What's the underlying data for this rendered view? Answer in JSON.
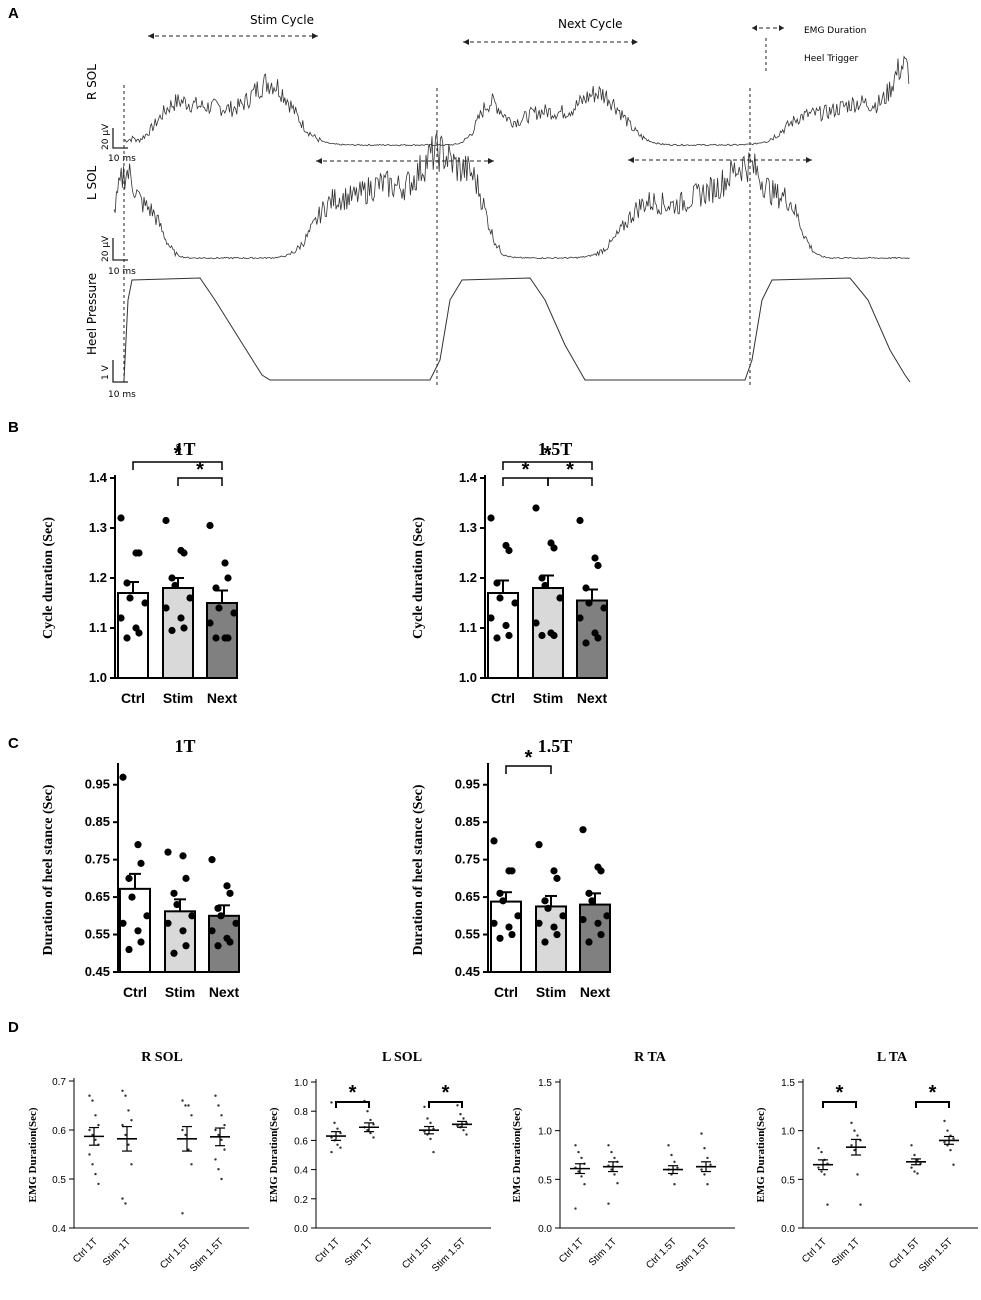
{
  "panels": {
    "A": "A",
    "B": "B",
    "C": "C",
    "D": "D"
  },
  "panelA": {
    "annotations": {
      "stim_cycle": "Stim Cycle",
      "next_cycle": "Next Cycle"
    },
    "legend": {
      "emg_duration": "EMG Duration",
      "heel_trigger": "Heel Trigger"
    },
    "traces": [
      {
        "label": "R SOL",
        "scale_amp": "20 µV",
        "scale_time": "10 ms"
      },
      {
        "label": "L SOL",
        "scale_amp": "20 µV",
        "scale_time": "10 ms"
      },
      {
        "label": "Heel Pressure",
        "scale_amp": "1 V",
        "scale_time": "10 ms"
      }
    ],
    "colors": {
      "trace": "#333333",
      "dashed": "#222222"
    }
  },
  "chart_data": [
    {
      "id": "B1",
      "type": "bar",
      "title": "1T",
      "ylabel": "Cycle duration (Sec)",
      "categories": [
        "Ctrl",
        "Stim",
        "Next"
      ],
      "values": [
        1.17,
        1.18,
        1.15
      ],
      "errors": [
        0.022,
        0.02,
        0.025
      ],
      "ylim": [
        1.0,
        1.4
      ],
      "yticks": [
        "1.0",
        "1.1",
        "1.2",
        "1.3",
        "1.4"
      ],
      "bar_colors": [
        "#ffffff",
        "#d9d9d9",
        "#808080"
      ],
      "points": [
        [
          1.32,
          1.25,
          1.25,
          1.19,
          1.16,
          1.15,
          1.12,
          1.1,
          1.09,
          1.08
        ],
        [
          1.315,
          1.255,
          1.25,
          1.2,
          1.185,
          1.16,
          1.14,
          1.12,
          1.1,
          1.095
        ],
        [
          1.305,
          1.23,
          1.2,
          1.18,
          1.14,
          1.13,
          1.11,
          1.08,
          1.08,
          1.08
        ]
      ],
      "significance": [
        {
          "from": 0,
          "to": 2,
          "label": "*"
        },
        {
          "from": 1,
          "to": 2,
          "label": "*"
        }
      ]
    },
    {
      "id": "B2",
      "type": "bar",
      "title": "1.5T",
      "ylabel": "Cycle duration (Sec)",
      "categories": [
        "Ctrl",
        "Stim",
        "Next"
      ],
      "values": [
        1.17,
        1.18,
        1.155
      ],
      "errors": [
        0.025,
        0.025,
        0.022
      ],
      "ylim": [
        1.0,
        1.4
      ],
      "yticks": [
        "1.0",
        "1.1",
        "1.2",
        "1.3",
        "1.4"
      ],
      "bar_colors": [
        "#ffffff",
        "#d9d9d9",
        "#808080"
      ],
      "points": [
        [
          1.32,
          1.265,
          1.255,
          1.19,
          1.16,
          1.15,
          1.12,
          1.105,
          1.085,
          1.08
        ],
        [
          1.34,
          1.27,
          1.26,
          1.2,
          1.185,
          1.16,
          1.11,
          1.09,
          1.085,
          1.085
        ],
        [
          1.315,
          1.24,
          1.225,
          1.18,
          1.15,
          1.14,
          1.12,
          1.09,
          1.08,
          1.07
        ]
      ],
      "significance": [
        {
          "from": 0,
          "to": 2,
          "label": "*"
        },
        {
          "from": 0,
          "to": 1,
          "label": "*"
        },
        {
          "from": 1,
          "to": 2,
          "label": "*"
        }
      ]
    },
    {
      "id": "C1",
      "type": "bar",
      "title": "1T",
      "ylabel": "Duration of heel stance (Sec)",
      "categories": [
        "Ctrl",
        "Stim",
        "Next"
      ],
      "values": [
        0.672,
        0.612,
        0.6
      ],
      "errors": [
        0.04,
        0.032,
        0.028
      ],
      "ylim": [
        0.45,
        1.0
      ],
      "yticks": [
        "0.45",
        "0.55",
        "0.65",
        "0.75",
        "0.85",
        "0.95"
      ],
      "bar_colors": [
        "#ffffff",
        "#d9d9d9",
        "#808080"
      ],
      "points": [
        [
          0.97,
          0.79,
          0.74,
          0.7,
          0.65,
          0.6,
          0.58,
          0.56,
          0.53,
          0.51
        ],
        [
          0.77,
          0.76,
          0.7,
          0.66,
          0.63,
          0.6,
          0.58,
          0.56,
          0.52,
          0.5
        ],
        [
          0.75,
          0.68,
          0.66,
          0.62,
          0.6,
          0.58,
          0.56,
          0.54,
          0.53,
          0.52
        ]
      ],
      "significance": []
    },
    {
      "id": "C2",
      "type": "bar",
      "title": "1.5T",
      "ylabel": "Duration of heel stance (Sec)",
      "categories": [
        "Ctrl",
        "Stim",
        "Next"
      ],
      "values": [
        0.638,
        0.625,
        0.63
      ],
      "errors": [
        0.025,
        0.028,
        0.03
      ],
      "ylim": [
        0.45,
        1.0
      ],
      "yticks": [
        "0.45",
        "0.55",
        "0.65",
        "0.75",
        "0.85",
        "0.95"
      ],
      "bar_colors": [
        "#ffffff",
        "#d9d9d9",
        "#808080"
      ],
      "points": [
        [
          0.8,
          0.72,
          0.72,
          0.66,
          0.64,
          0.6,
          0.58,
          0.57,
          0.55,
          0.54
        ],
        [
          0.79,
          0.72,
          0.7,
          0.64,
          0.62,
          0.6,
          0.58,
          0.57,
          0.55,
          0.53
        ],
        [
          0.83,
          0.73,
          0.72,
          0.66,
          0.64,
          0.6,
          0.59,
          0.58,
          0.55,
          0.53
        ]
      ],
      "significance": [
        {
          "from": 0,
          "to": 1,
          "label": "*"
        }
      ]
    },
    {
      "id": "D1",
      "type": "scatter",
      "title": "R SOL",
      "ylabel": "EMG Duration(Sec)",
      "categories": [
        "Ctrl 1T",
        "Stim 1T",
        "Ctrl 1.5T",
        "Stim 1.5T"
      ],
      "groups": [
        [
          0,
          1
        ],
        [
          2,
          3
        ]
      ],
      "means": [
        0.587,
        0.582,
        0.582,
        0.586
      ],
      "sems": [
        0.018,
        0.025,
        0.025,
        0.018
      ],
      "ylim": [
        0.4,
        0.7
      ],
      "yticks": [
        "0.4",
        "0.5",
        "0.6",
        "0.7"
      ],
      "points": [
        [
          0.67,
          0.66,
          0.63,
          0.61,
          0.6,
          0.59,
          0.58,
          0.57,
          0.55,
          0.53,
          0.51,
          0.49
        ],
        [
          0.68,
          0.67,
          0.64,
          0.62,
          0.61,
          0.59,
          0.57,
          0.53,
          0.46,
          0.45
        ],
        [
          0.66,
          0.65,
          0.65,
          0.63,
          0.6,
          0.59,
          0.56,
          0.53,
          0.43
        ],
        [
          0.67,
          0.65,
          0.63,
          0.61,
          0.6,
          0.59,
          0.58,
          0.56,
          0.54,
          0.52,
          0.5
        ]
      ],
      "significance": []
    },
    {
      "id": "D2",
      "type": "scatter",
      "title": "L SOL",
      "ylabel": "EMG Duration(Sec)",
      "categories": [
        "Ctrl 1T",
        "Stim 1T",
        "Ctrl 1.5T",
        "Stim 1.5T"
      ],
      "groups": [
        [
          0,
          1
        ],
        [
          2,
          3
        ]
      ],
      "means": [
        0.63,
        0.69,
        0.67,
        0.71
      ],
      "sems": [
        0.03,
        0.03,
        0.025,
        0.02
      ],
      "ylim": [
        0.0,
        1.0
      ],
      "yticks": [
        "0.0",
        "0.2",
        "0.4",
        "0.6",
        "0.8",
        "1.0"
      ],
      "points": [
        [
          0.86,
          0.72,
          0.68,
          0.65,
          0.62,
          0.6,
          0.57,
          0.55,
          0.52
        ],
        [
          0.87,
          0.8,
          0.74,
          0.71,
          0.69,
          0.67,
          0.65,
          0.62
        ],
        [
          0.83,
          0.75,
          0.72,
          0.68,
          0.66,
          0.64,
          0.61,
          0.52
        ],
        [
          0.84,
          0.78,
          0.75,
          0.72,
          0.7,
          0.69,
          0.67,
          0.64
        ]
      ],
      "significance": [
        {
          "from": 0,
          "to": 1,
          "label": "*"
        },
        {
          "from": 2,
          "to": 3,
          "label": "*"
        }
      ]
    },
    {
      "id": "D3",
      "type": "scatter",
      "title": "R TA",
      "ylabel": "EMG Duration(Sec)",
      "categories": [
        "Ctrl 1T",
        "Stim 1T",
        "Ctrl 1.5T",
        "Stim 1.5T"
      ],
      "groups": [
        [
          0,
          1
        ],
        [
          2,
          3
        ]
      ],
      "means": [
        0.61,
        0.63,
        0.6,
        0.63
      ],
      "sems": [
        0.05,
        0.05,
        0.04,
        0.05
      ],
      "ylim": [
        0.0,
        1.5
      ],
      "yticks": [
        "0.0",
        "0.5",
        "1.0",
        "1.5"
      ],
      "points": [
        [
          0.85,
          0.78,
          0.72,
          0.66,
          0.62,
          0.58,
          0.53,
          0.45,
          0.2
        ],
        [
          0.85,
          0.78,
          0.72,
          0.68,
          0.64,
          0.6,
          0.55,
          0.46,
          0.25
        ],
        [
          0.85,
          0.75,
          0.68,
          0.62,
          0.6,
          0.55,
          0.45
        ],
        [
          0.97,
          0.82,
          0.72,
          0.65,
          0.6,
          0.55,
          0.45
        ]
      ],
      "significance": []
    },
    {
      "id": "D4",
      "type": "scatter",
      "title": "L TA",
      "ylabel": "EMG Duration(Sec)",
      "categories": [
        "Ctrl 1T",
        "Stim 1T",
        "Ctrl 1.5T",
        "Stim 1.5T"
      ],
      "groups": [
        [
          0,
          1
        ],
        [
          2,
          3
        ]
      ],
      "means": [
        0.65,
        0.83,
        0.68,
        0.9
      ],
      "sems": [
        0.05,
        0.08,
        0.03,
        0.04
      ],
      "ylim": [
        0.0,
        1.5
      ],
      "yticks": [
        "0.0",
        "0.5",
        "1.0",
        "1.5"
      ],
      "points": [
        [
          0.82,
          0.78,
          0.7,
          0.66,
          0.62,
          0.58,
          0.55,
          0.24
        ],
        [
          1.08,
          1.0,
          0.95,
          0.9,
          0.85,
          0.8,
          0.55,
          0.24
        ],
        [
          0.85,
          0.75,
          0.7,
          0.66,
          0.62,
          0.58,
          0.56
        ],
        [
          1.1,
          1.0,
          0.95,
          0.92,
          0.88,
          0.85,
          0.8,
          0.65
        ]
      ],
      "significance": [
        {
          "from": 0,
          "to": 1,
          "label": "*"
        },
        {
          "from": 2,
          "to": 3,
          "label": "*"
        }
      ]
    }
  ]
}
